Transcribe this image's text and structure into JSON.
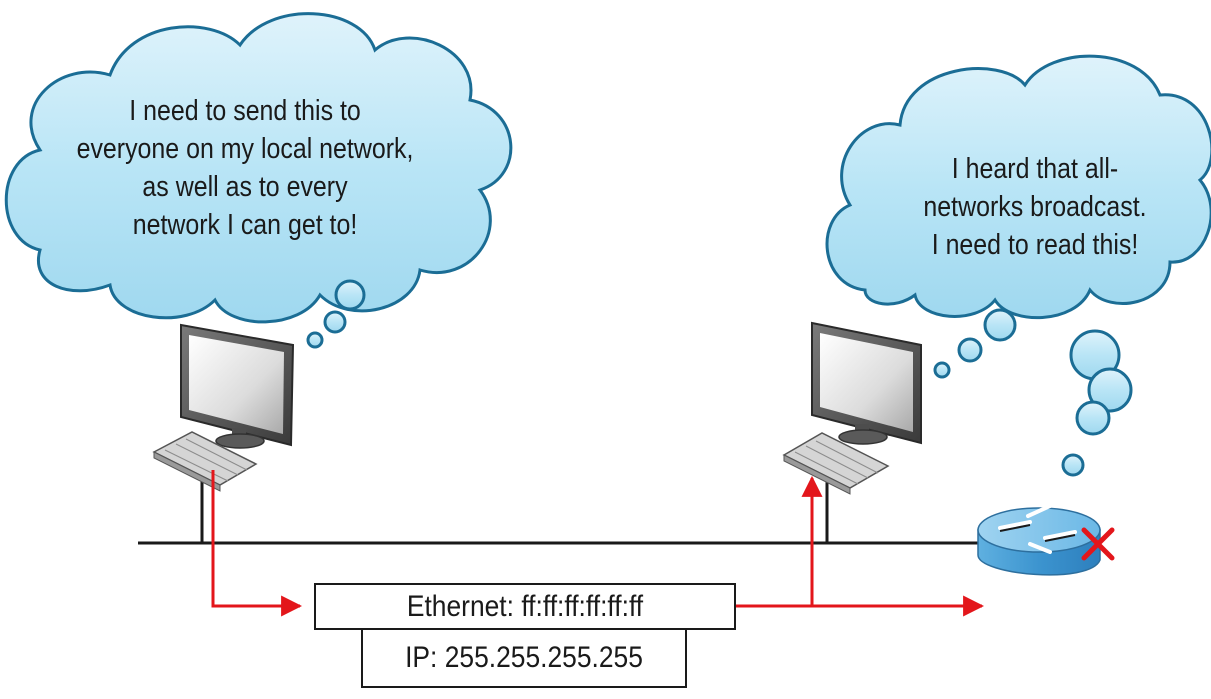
{
  "sender_thought": {
    "lines": [
      "I need to send this to",
      "everyone on my local network,",
      "as well as to every",
      "network I can get to!"
    ]
  },
  "receiver_thought": {
    "lines": [
      "I heard that all-",
      "networks broadcast.",
      "I need to read this!"
    ]
  },
  "frame": {
    "ethernet_label": "Ethernet: ff:ff:ff:ff:ff:ff",
    "ip_label": "IP: 255.255.255.255"
  },
  "colors": {
    "cloud_fill": "#b9e5f6",
    "cloud_stroke": "#1b6d95",
    "arrow": "#e3161b",
    "router": "#4aa3d8",
    "block_x": "#e3161b"
  },
  "icons": [
    "sender-computer-icon",
    "receiver-computer-icon",
    "router-icon",
    "block-x-icon"
  ]
}
